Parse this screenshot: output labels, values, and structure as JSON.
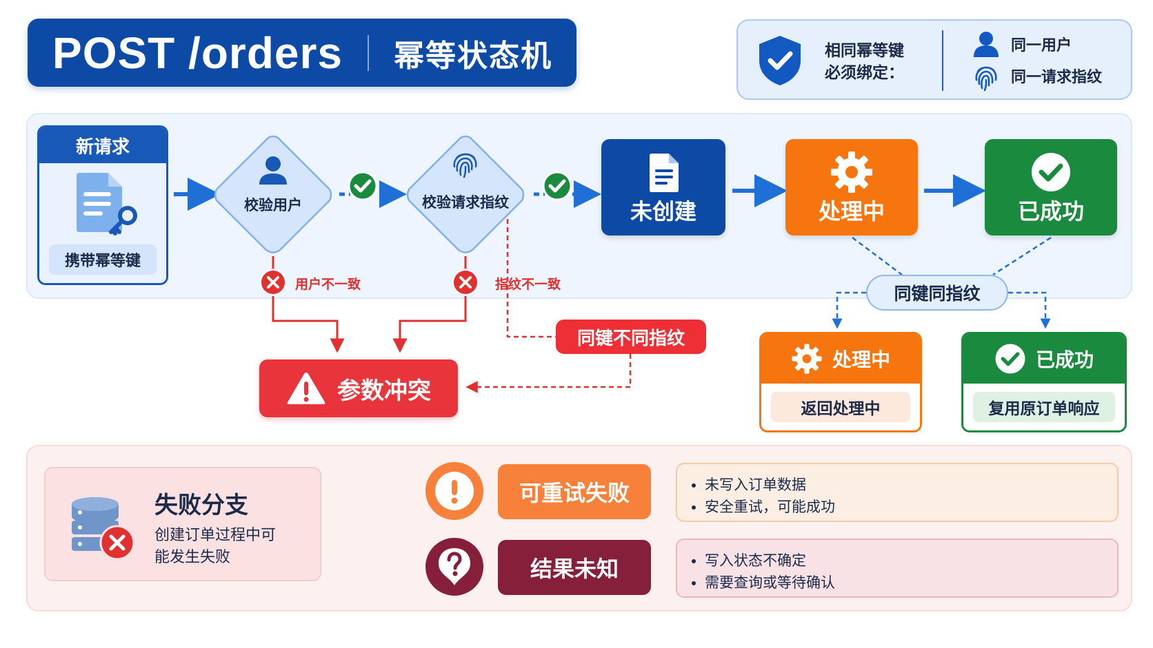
{
  "header": {
    "title_en": "POST /orders",
    "title_zh": "幂等状态机"
  },
  "binding": {
    "label_line1": "相同幂等键",
    "label_line2": "必须绑定：",
    "rule_user": "同一用户",
    "rule_fingerprint": "同一请求指纹"
  },
  "new_request": {
    "title": "新请求",
    "footer": "携带幂等键"
  },
  "steps": {
    "verify_user": "校验用户",
    "verify_fingerprint": "校验请求指纹",
    "not_created": "未创建",
    "processing": "处理中",
    "succeeded": "已成功"
  },
  "branch": {
    "same_key_same_fp": "同键同指纹"
  },
  "cards": {
    "processing": {
      "title": "处理中",
      "body": "返回处理中"
    },
    "succeeded": {
      "title": "已成功",
      "body": "复用原订单响应"
    }
  },
  "errors": {
    "user_mismatch": "用户不一致",
    "fingerprint_mismatch": "指纹不一致",
    "same_key_diff_fp": "同键不同指纹",
    "conflict": "参数冲突"
  },
  "failure": {
    "title": "失败分支",
    "desc_line1": "创建订单过程中可",
    "desc_line2": "能发生失败",
    "retryable": {
      "label": "可重试失败",
      "notes": [
        "未写入订单数据",
        "安全重试，可能成功"
      ]
    },
    "unknown": {
      "label": "结果未知",
      "notes": [
        "写入状态不确定",
        "需要查询或等待确认"
      ]
    }
  },
  "colors": {
    "blue": "#0d4aa5",
    "orange": "#f7750f",
    "green": "#1a8a3e",
    "red": "#ea343b",
    "maroon": "#86203a"
  }
}
